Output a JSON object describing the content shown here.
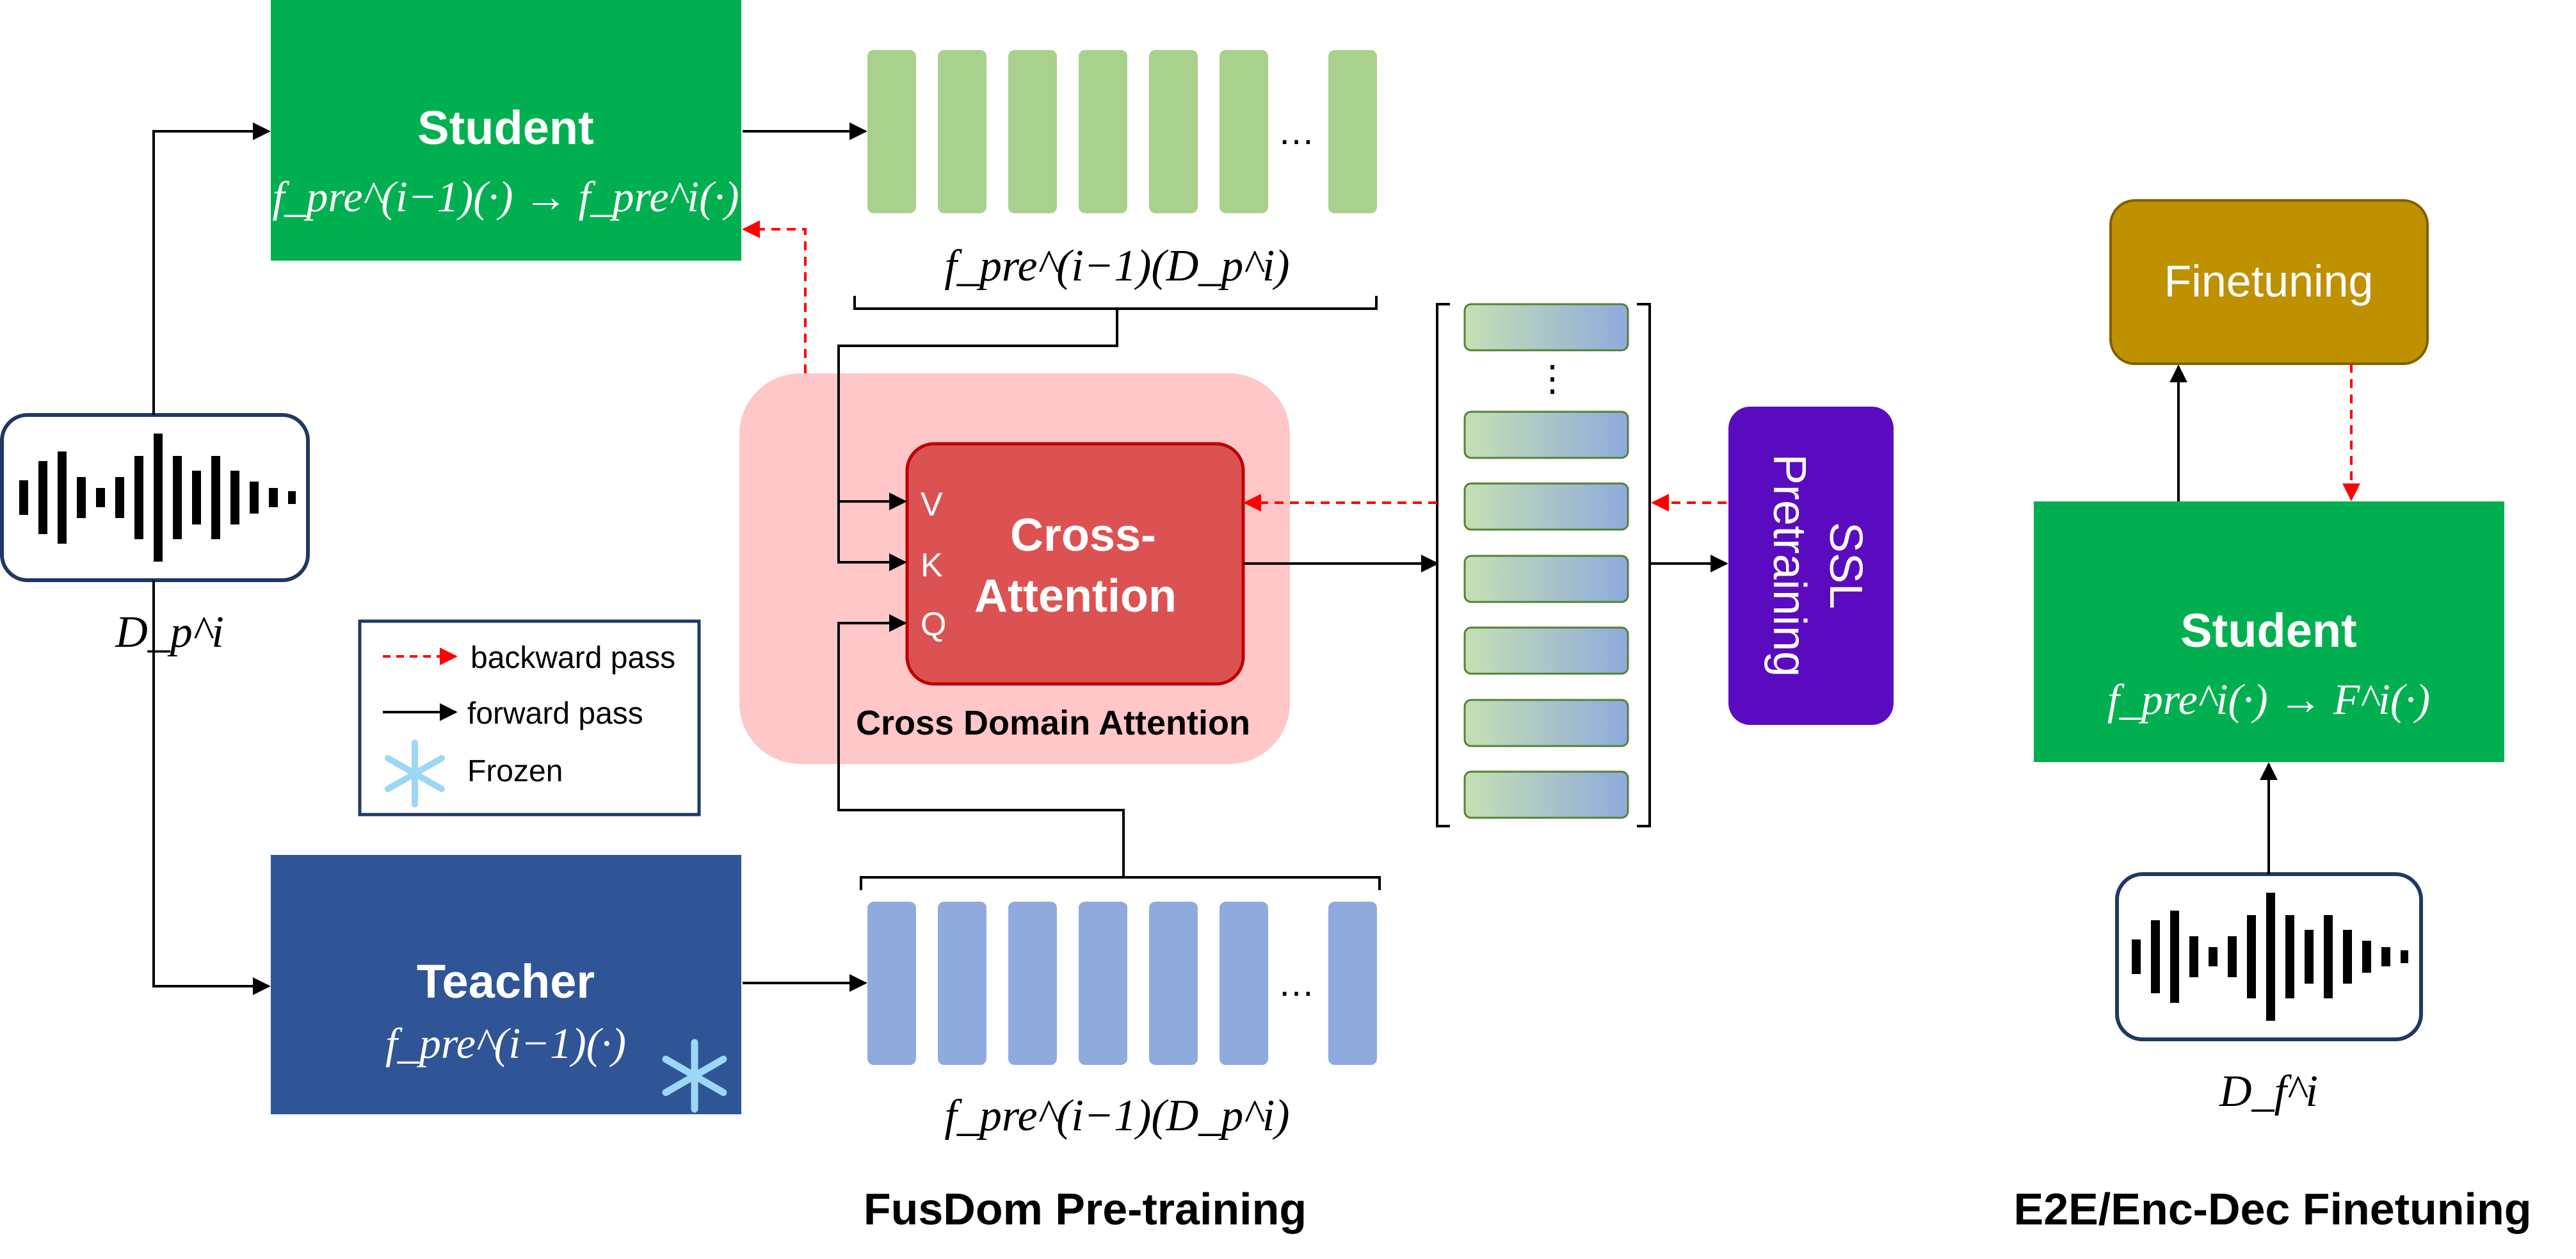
{
  "student_pre": {
    "title": "Student",
    "formula": "f_pre^(i−1)(·) → f_pre^i(·)"
  },
  "teacher": {
    "title": "Teacher",
    "formula": "f_pre^(i−1)(·)"
  },
  "input_pretrain": {
    "label": "D_p^i"
  },
  "student_feats": {
    "ellipsis": "…",
    "label": "f_pre^(i−1)(D_p^i)"
  },
  "teacher_feats": {
    "ellipsis": "…",
    "label": "f_pre^(i−1)(D_p^i)"
  },
  "cross_attention": {
    "title_line1": "Cross-",
    "title_line2": "Attention",
    "v": "V",
    "k": "K",
    "q": "Q",
    "region_label": "Cross Domain Attention"
  },
  "fused_stack": {
    "ellipsis": "⋮"
  },
  "ssl": {
    "line1": "SSL",
    "line2": "Pretraining"
  },
  "legend": {
    "backward": "backward pass",
    "forward": "forward pass",
    "frozen": "Frozen"
  },
  "captions": {
    "pretraining": "FusDom Pre-training",
    "finetuning": "E2E/Enc-Dec Finetuning"
  },
  "finetune": {
    "box": "Finetuning",
    "student_title": "Student",
    "student_formula": "f_pre^i(·) → F^i(·)",
    "input_label": "D_f^i"
  },
  "colors": {
    "student": "#00b050",
    "teacher": "#2f5597",
    "attention_region": "#ffc7c7",
    "cross_attention": "#dc5252",
    "ssl": "#5b0bbf",
    "finetuning": "#bf9000",
    "green_feature": "#a9d18e",
    "blue_feature": "#8faadc",
    "backward_arrow": "#ff0000"
  }
}
